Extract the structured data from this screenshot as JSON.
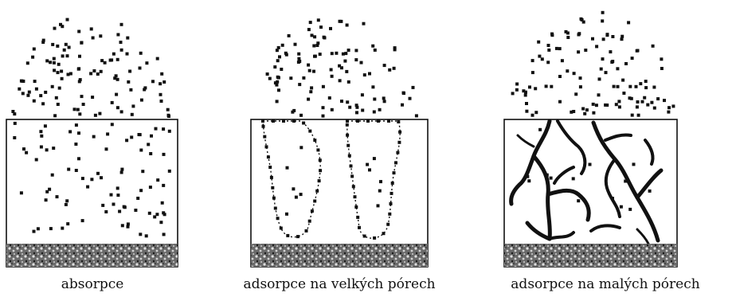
{
  "panels": [
    {
      "id": "absorption",
      "caption": "absorpce"
    },
    {
      "id": "large-pores",
      "caption": "adsorpce na  velkých pórech"
    },
    {
      "id": "small-pores",
      "caption": "adsorpce na  malých pórech"
    }
  ],
  "colors": {
    "ink": "#111111",
    "substrate": "#555555",
    "background": "#ffffff"
  }
}
